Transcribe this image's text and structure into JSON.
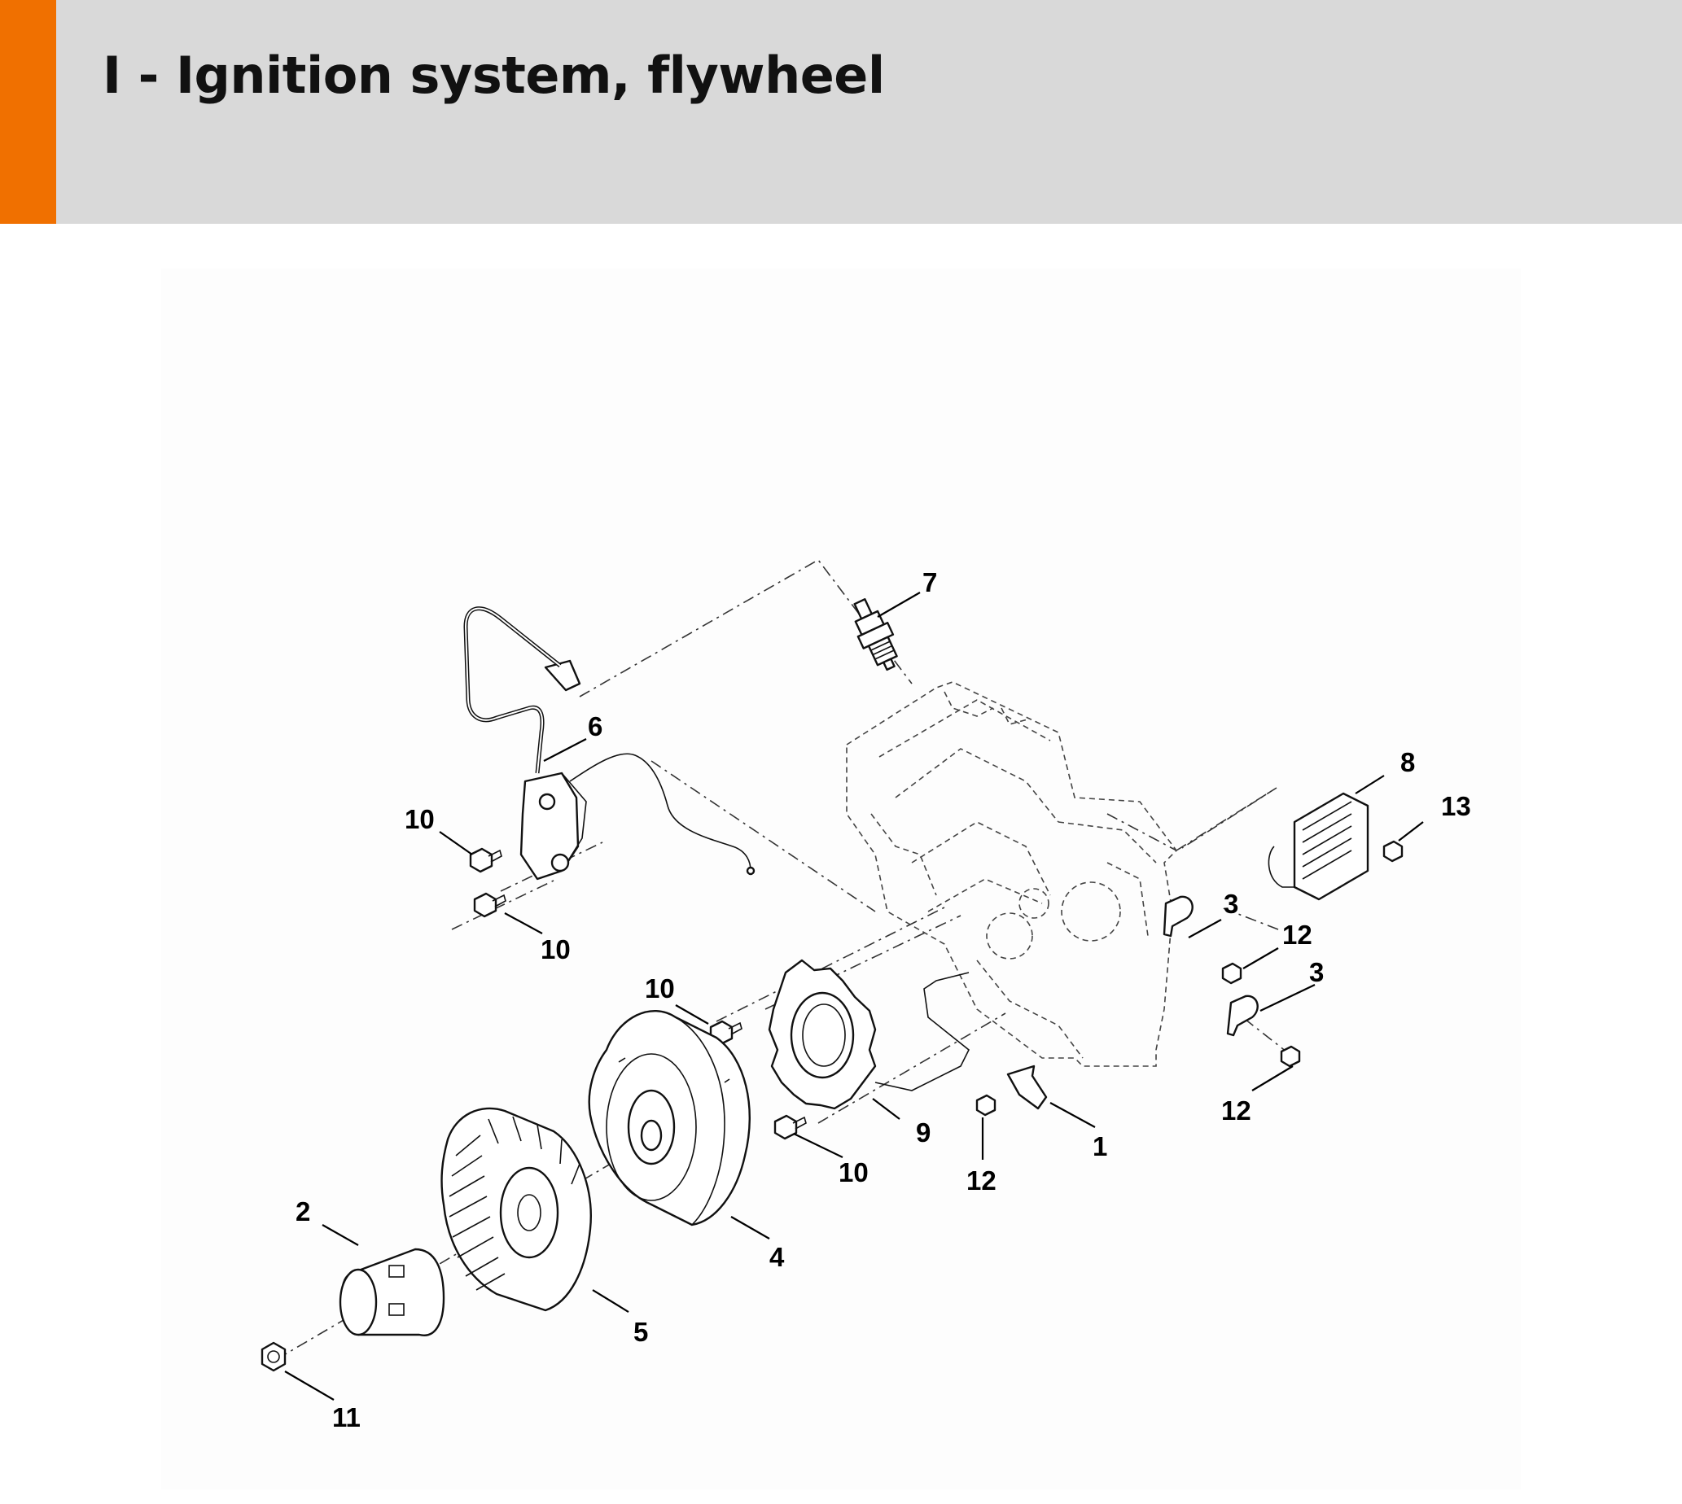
{
  "header": {
    "title": "I - Ignition system, flywheel",
    "accent_color": "#f07000",
    "background_color": "#d9d9d9"
  },
  "diagram": {
    "callouts": [
      {
        "id": "c7",
        "label": "7"
      },
      {
        "id": "c6",
        "label": "6"
      },
      {
        "id": "c10a",
        "label": "10"
      },
      {
        "id": "c10b",
        "label": "10"
      },
      {
        "id": "c8",
        "label": "8"
      },
      {
        "id": "c13",
        "label": "13"
      },
      {
        "id": "c3a",
        "label": "3"
      },
      {
        "id": "c12a",
        "label": "12"
      },
      {
        "id": "c3b",
        "label": "3"
      },
      {
        "id": "c12b",
        "label": "12"
      },
      {
        "id": "c10c",
        "label": "10"
      },
      {
        "id": "c9",
        "label": "9"
      },
      {
        "id": "c10d",
        "label": "10"
      },
      {
        "id": "c12c",
        "label": "12"
      },
      {
        "id": "c1",
        "label": "1"
      },
      {
        "id": "c2",
        "label": "2"
      },
      {
        "id": "c4",
        "label": "4"
      },
      {
        "id": "c5",
        "label": "5"
      },
      {
        "id": "c11",
        "label": "11"
      }
    ]
  }
}
